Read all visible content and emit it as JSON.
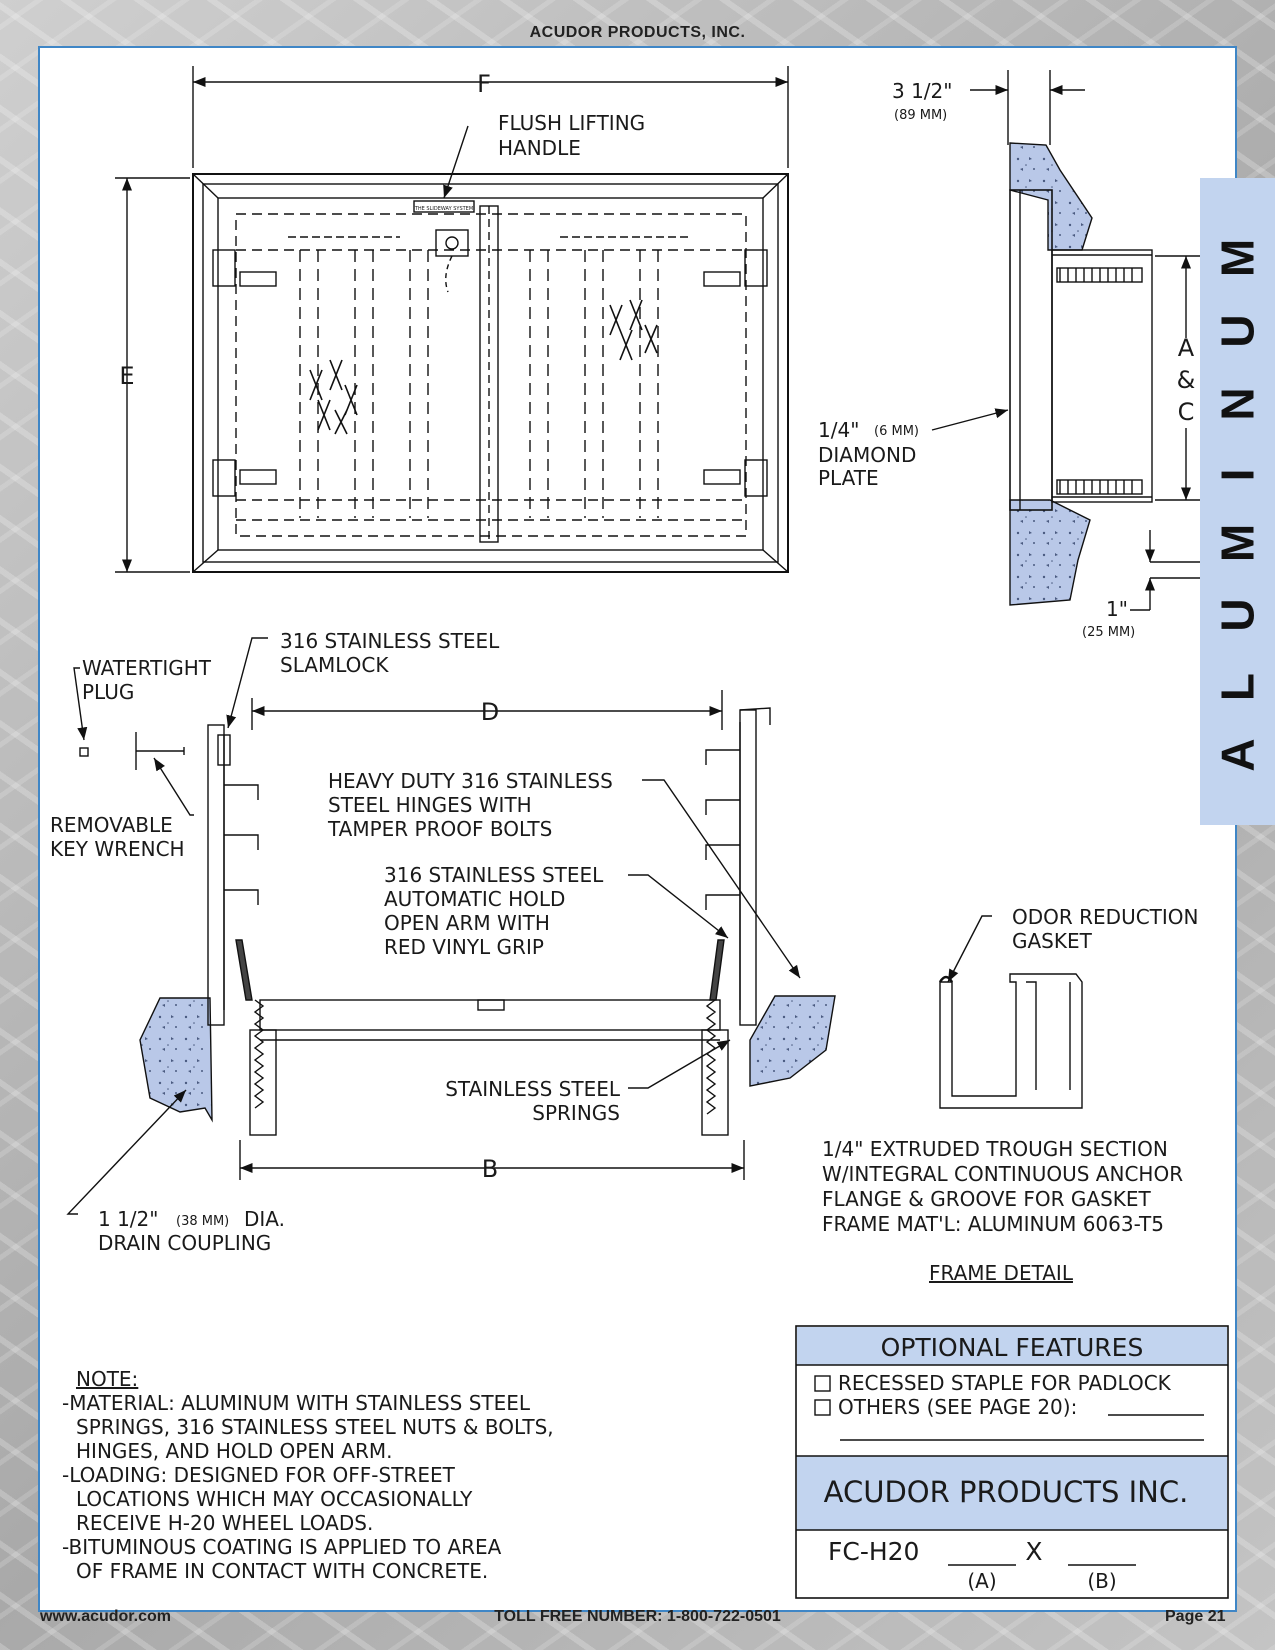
{
  "header": {
    "company": "ACUDOR PRODUCTS, INC."
  },
  "side_tab": {
    "letters": [
      "A",
      "L",
      "U",
      "M",
      "I",
      "N",
      "U",
      "M"
    ]
  },
  "plan_view": {
    "dim_f": "F",
    "dim_e": "E",
    "flush_handle_line1": "FLUSH LIFTING",
    "flush_handle_line2": "HANDLE",
    "plate_tag": "THE SLIDEWAY SYSTEM"
  },
  "side_section": {
    "dim_top": "3 1/2\"",
    "dim_top_mm": "(89 MM)",
    "dim_a": "A",
    "dim_amp": "&",
    "dim_c": "C",
    "plate_line1": "1/4\"",
    "plate_line1_mm": "(6 MM)",
    "plate_line2": "DIAMOND",
    "plate_line3": "PLATE",
    "dim_bottom": "1\"",
    "dim_bottom_mm": "(25 MM)"
  },
  "section_view": {
    "slamlock_line1": "316 STAINLESS STEEL",
    "slamlock_line2": "SLAMLOCK",
    "plug_line1": "WATERTIGHT",
    "plug_line2": "PLUG",
    "dim_d": "D",
    "hinges_line1": "HEAVY DUTY 316 STAINLESS",
    "hinges_line2": "STEEL HINGES WITH",
    "hinges_line3": "TAMPER PROOF BOLTS",
    "wrench_line1": "REMOVABLE",
    "wrench_line2": "KEY WRENCH",
    "arm_line1": "316 STAINLESS STEEL",
    "arm_line2": "AUTOMATIC HOLD",
    "arm_line3": "OPEN ARM WITH",
    "arm_line4": "RED VINYL GRIP",
    "springs_line1": "STAINLESS STEEL",
    "springs_line2": "SPRINGS",
    "dim_b": "B",
    "drain_line1a": "1 1/2\"",
    "drain_line1_mm": "(38 MM)",
    "drain_line1b": "DIA.",
    "drain_line2": "DRAIN COUPLING"
  },
  "frame_detail": {
    "gasket_line1": "ODOR REDUCTION",
    "gasket_line2": "GASKET",
    "desc_line1": "1/4\" EXTRUDED TROUGH SECTION",
    "desc_line2": "W/INTEGRAL CONTINUOUS ANCHOR",
    "desc_line3": "FLANGE & GROOVE FOR GASKET",
    "desc_line4": "FRAME MAT'L: ALUMINUM 6063-T5",
    "title": "FRAME DETAIL"
  },
  "notes": {
    "heading": "NOTE:",
    "lines": [
      "-MATERIAL: ALUMINUM WITH STAINLESS STEEL",
      "SPRINGS, 316 STAINLESS STEEL NUTS & BOLTS,",
      "HINGES, AND HOLD OPEN ARM.",
      "-LOADING: DESIGNED FOR OFF-STREET",
      "LOCATIONS WHICH MAY OCCASIONALLY",
      "RECEIVE H-20 WHEEL LOADS.",
      "-BITUMINOUS COATING IS APPLIED TO AREA",
      "OF FRAME IN CONTACT WITH CONCRETE."
    ]
  },
  "title_block": {
    "features_heading": "OPTIONAL FEATURES",
    "option1": "RECESSED STAPLE FOR PADLOCK",
    "option2": "OTHERS (SEE PAGE 20):",
    "company": "ACUDOR PRODUCTS INC.",
    "model": "FC-H20",
    "times": "X",
    "label_a": "(A)",
    "label_b": "(B)"
  },
  "footer": {
    "website": "www.acudor.com",
    "phone": "TOLL FREE NUMBER: 1-800-722-0501",
    "page": "Page 21"
  },
  "colors": {
    "panel_border": "#3f86c6",
    "tab_bg": "#c2d4ef",
    "concrete": "#b9c8e8",
    "title_band": "#c2d4ef"
  }
}
